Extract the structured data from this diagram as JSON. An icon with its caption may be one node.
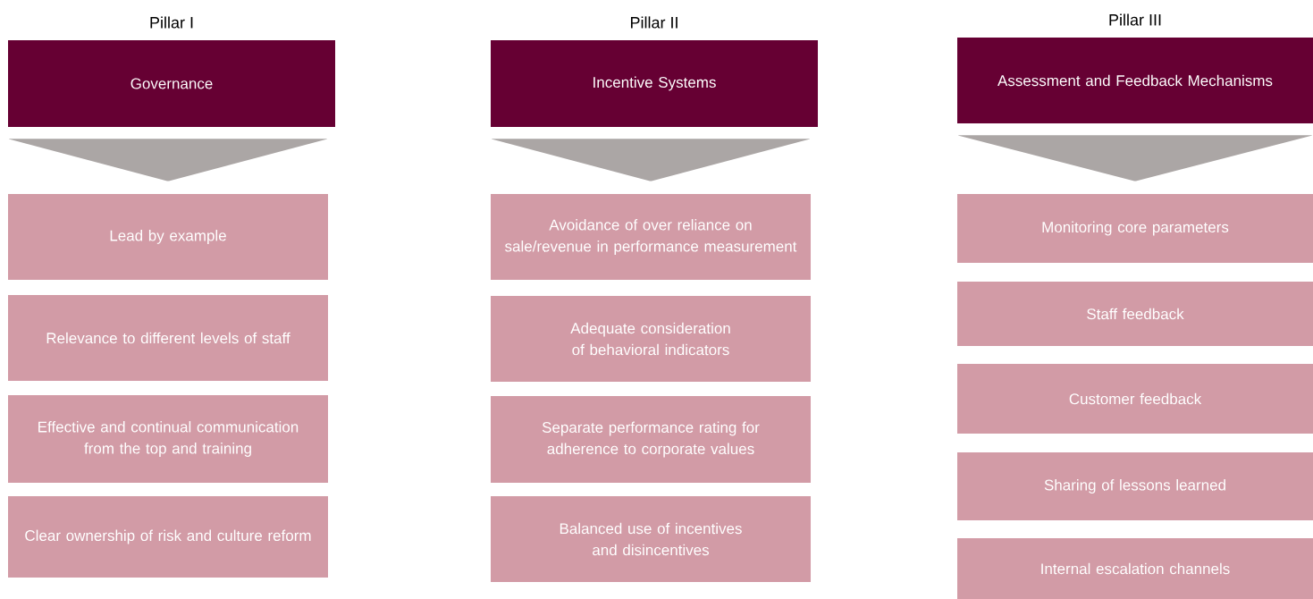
{
  "diagram": {
    "nodes": [
      {
        "text": [
          "Pillar I",
          "Governance"
        ]
      },
      {
        "text": [
          "Lead by example"
        ]
      },
      {
        "text": [
          "Relevance to different levels of staff"
        ]
      },
      {
        "text": [
          "Effective and continual communication from the top and training"
        ]
      },
      {
        "text": [
          "Clear ownership of risk and culture reform"
        ]
      },
      {
        "text": [
          "Pillar II",
          "Incentive Systems"
        ]
      },
      {
        "text": [
          "Avoidance of over reliance on sale/revenue in performance measurement"
        ]
      },
      {
        "text": [
          "Adequate consideration of behavioral indicators"
        ]
      },
      {
        "text": [
          "Separate performance rating for adherence to corporate values"
        ]
      },
      {
        "text": [
          "Balanced use of incentives and disincentives"
        ]
      },
      {
        "text": [
          "Pillar III",
          "Assessment and Feedback Mechanisms"
        ]
      },
      {
        "text": [
          "Monitoring core parameters"
        ]
      },
      {
        "text": [
          "Staff feedback"
        ]
      },
      {
        "text": [
          "Customer feedback"
        ]
      },
      {
        "text": [
          "Sharing of lessons learned"
        ]
      },
      {
        "text": [
          "Internal escalation channels"
        ]
      }
    ],
    "edges": [
      {
        "from": 0,
        "to": 1,
        "arrow": "to"
      },
      {
        "from": 5,
        "to": 6,
        "arrow": "to"
      },
      {
        "from": 10,
        "to": 11,
        "arrow": "to"
      }
    ]
  }
}
